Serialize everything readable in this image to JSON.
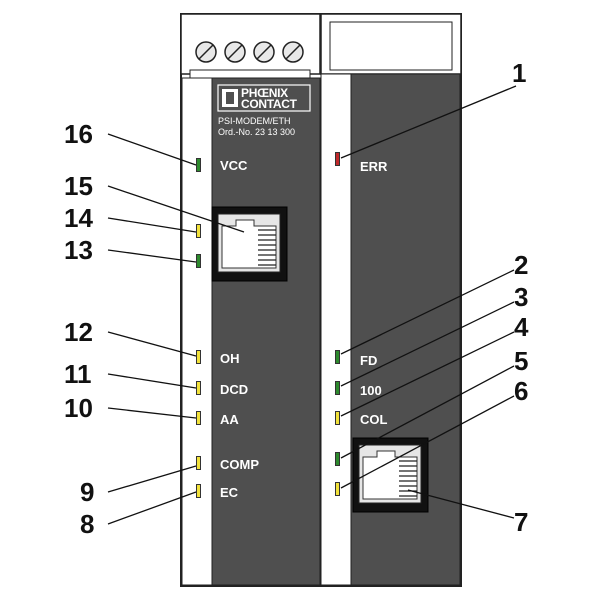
{
  "device": {
    "brand_line1": "PHŒNIX",
    "brand_line2": "CONTACT",
    "model": "PSI-MODEM/ETH",
    "order_number": "Ord.-No. 23 13 300"
  },
  "colors": {
    "housing": "#4f4f4f",
    "rail": "#ffffff",
    "led_green": "#2d8a2d",
    "led_yellow": "#f2e23a",
    "led_red": "#c0282a",
    "outline": "#222222"
  },
  "left_module": {
    "leds": [
      {
        "label": "VCC",
        "color": "green"
      },
      {
        "label": "",
        "color": "yellow"
      },
      {
        "label": "",
        "color": "green"
      },
      {
        "label": "OH",
        "color": "yellow"
      },
      {
        "label": "DCD",
        "color": "yellow"
      },
      {
        "label": "AA",
        "color": "yellow"
      },
      {
        "label": "COMP",
        "color": "yellow"
      },
      {
        "label": "EC",
        "color": "yellow"
      }
    ]
  },
  "right_module": {
    "leds": [
      {
        "label": "ERR",
        "color": "red"
      },
      {
        "label": "FD",
        "color": "green"
      },
      {
        "label": "100",
        "color": "green"
      },
      {
        "label": "COL",
        "color": "yellow"
      },
      {
        "label": "",
        "color": "green"
      },
      {
        "label": "",
        "color": "yellow"
      }
    ]
  },
  "callouts": [
    "1",
    "2",
    "3",
    "4",
    "5",
    "6",
    "7",
    "8",
    "9",
    "10",
    "11",
    "12",
    "13",
    "14",
    "15",
    "16"
  ]
}
